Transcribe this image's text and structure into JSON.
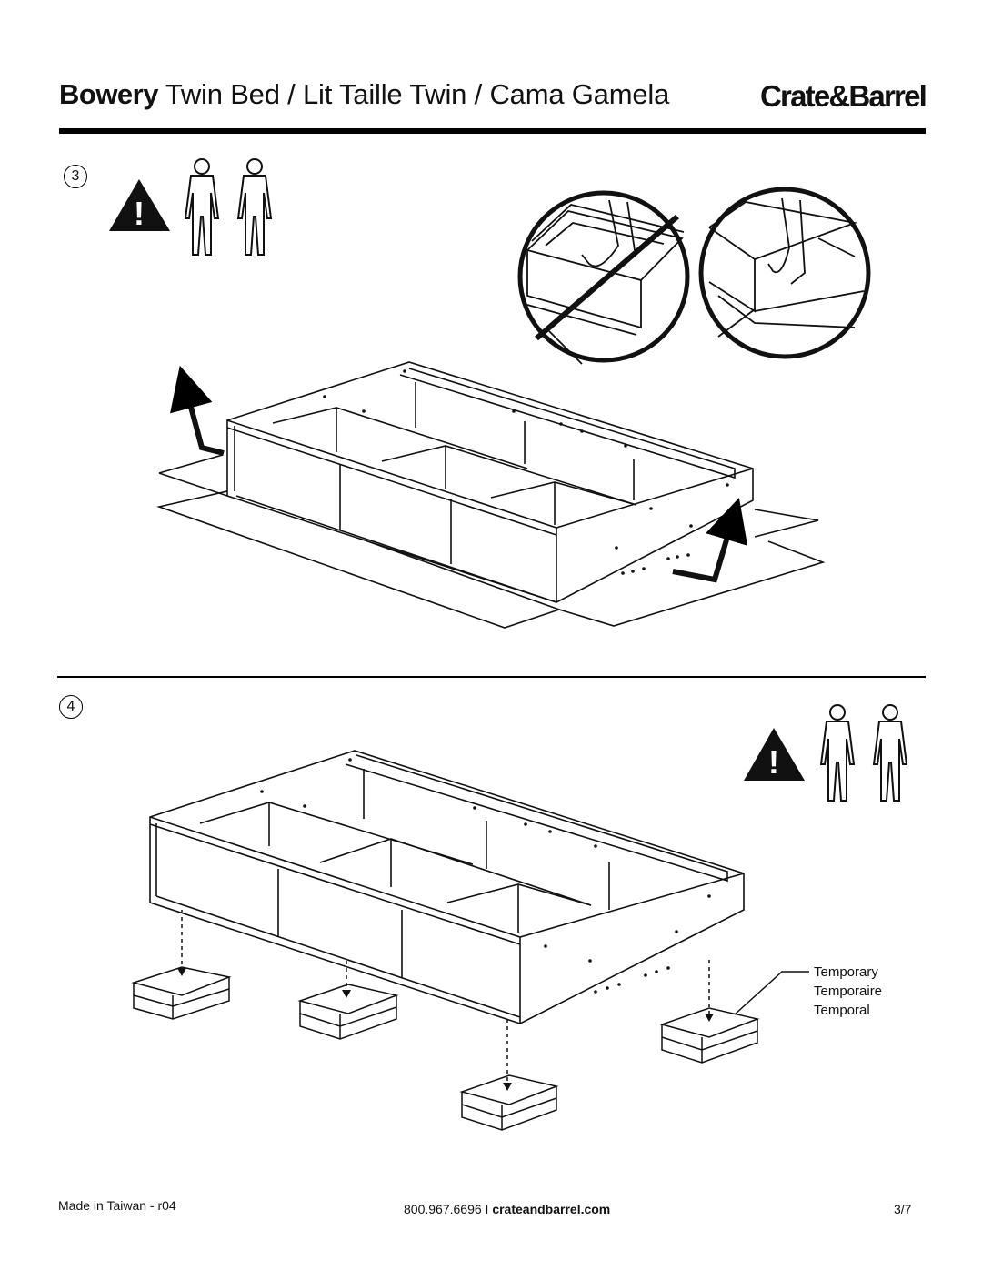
{
  "header": {
    "product": "Bowery",
    "subtitle": "Twin Bed / Lit Taille Twin / Cama Gamela",
    "brand": "Crate&Barrel"
  },
  "steps": {
    "step3": {
      "number": "3"
    },
    "step4": {
      "number": "4",
      "support_label": [
        "Temporary",
        "Temporaire",
        "Temporal"
      ]
    }
  },
  "footer": {
    "made_in": "Made in Taiwan - r04",
    "phone": "800.967.6696",
    "separator": "I",
    "website": "crateandbarrel.com",
    "page": "3/7"
  },
  "icons": [
    "warning-icon",
    "two-person-icon",
    "incorrect-lift-icon",
    "correct-lift-icon"
  ]
}
